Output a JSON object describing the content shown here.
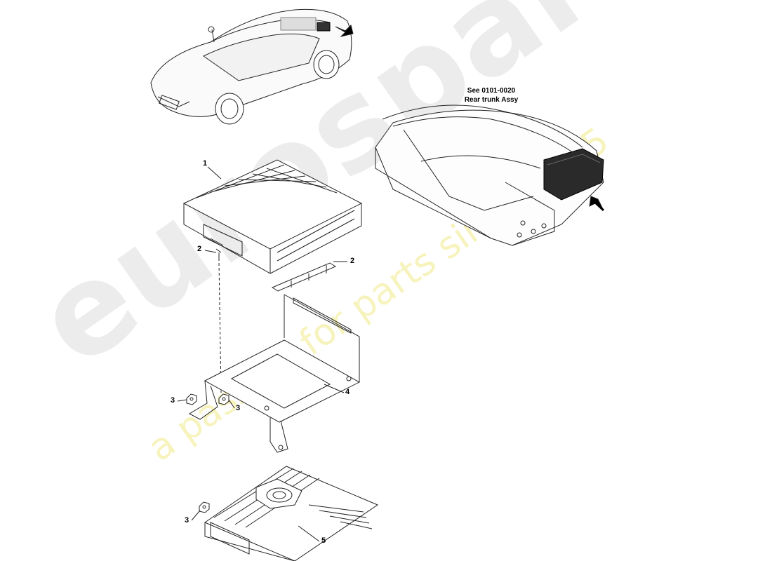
{
  "watermark": {
    "brand": "eurospares",
    "tagline": "a passion for parts since 1985"
  },
  "reference": {
    "line1": "See 0101-0020",
    "line2": "Rear trunk Assy"
  },
  "callouts": [
    {
      "id": "c1",
      "label": "1"
    },
    {
      "id": "c2a",
      "label": "2"
    },
    {
      "id": "c2b",
      "label": "2"
    },
    {
      "id": "c3a",
      "label": "3"
    },
    {
      "id": "c3b",
      "label": "3"
    },
    {
      "id": "c3c",
      "label": "3"
    },
    {
      "id": "c4",
      "label": "4"
    },
    {
      "id": "c5",
      "label": "5"
    }
  ]
}
